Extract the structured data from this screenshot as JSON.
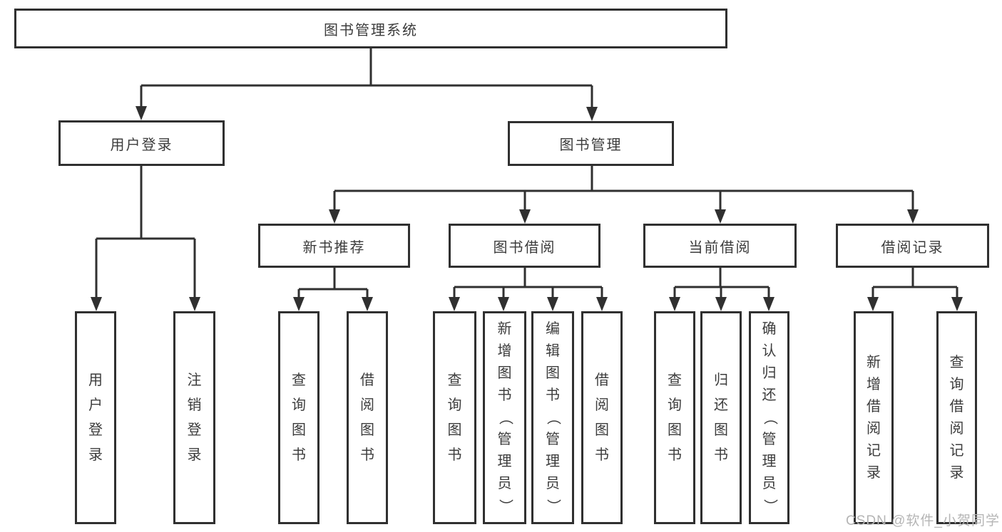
{
  "colors": {
    "background": "#ffffff",
    "line": "#303030",
    "text": "#3c3c3c",
    "watermark": "#b5b5b5"
  },
  "diagram_type": "hierarchy-tree",
  "tree": {
    "root": {
      "label": "图书管理系统",
      "children": [
        {
          "label": "用户登录",
          "children": [
            {
              "label": "用户登录"
            },
            {
              "label": "注销登录"
            }
          ]
        },
        {
          "label": "图书管理",
          "children": [
            {
              "label": "新书推荐",
              "children": [
                {
                  "label": "查询图书"
                },
                {
                  "label": "借阅图书"
                }
              ]
            },
            {
              "label": "图书借阅",
              "children": [
                {
                  "label": "查询图书"
                },
                {
                  "label": "新增图书（管理员）"
                },
                {
                  "label": "编辑图书（管理员）"
                },
                {
                  "label": "借阅图书"
                }
              ]
            },
            {
              "label": "当前借阅",
              "children": [
                {
                  "label": "查询图书"
                },
                {
                  "label": "归还图书"
                },
                {
                  "label": "确认归还（管理员）"
                }
              ]
            },
            {
              "label": "借阅记录",
              "children": [
                {
                  "label": "新增借阅记录"
                },
                {
                  "label": "查询借阅记录"
                }
              ]
            }
          ]
        }
      ]
    }
  },
  "watermark": "CSDN @软件_小贺同学"
}
